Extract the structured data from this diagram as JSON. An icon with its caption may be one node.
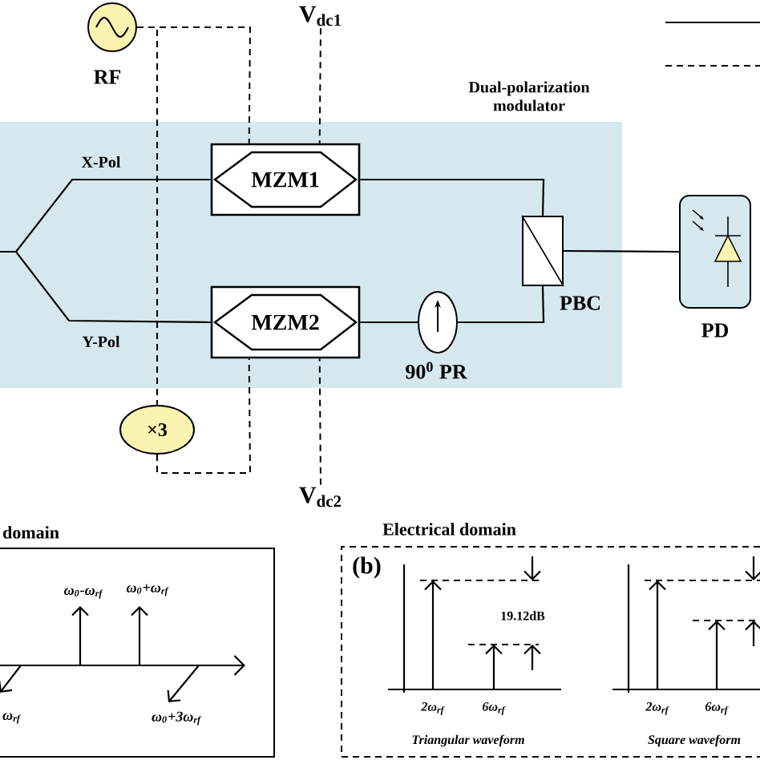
{
  "diagram": {
    "nodes": [
      {
        "text": [],
        "shape": "circle",
        "beside": [
          "RF"
        ]
      },
      {
        "text": [
          "Dual-polarization modulator"
        ]
      },
      {
        "text": [
          "MZM1"
        ],
        "in": 1
      },
      {
        "text": [
          "MZM2"
        ],
        "in": 1
      },
      {
        "text": [],
        "shape": "ellipse",
        "in": 1,
        "beside": [
          "90$^{0}$ PR"
        ]
      },
      {
        "text": [],
        "shape": "box",
        "in": 1,
        "beside": [
          "PBC"
        ]
      },
      {
        "text": [],
        "shape": "box",
        "beside": [
          "PD"
        ]
      },
      {
        "text": [
          "×3"
        ]
      },
      {
        "text": [
          "V$_{dc1}$"
        ]
      },
      {
        "text": [
          "V$_{dc2}$"
        ]
      }
    ],
    "edges": [
      {
        "from": 0,
        "to": 2,
        "arrow": "none",
        "style": "dashed"
      },
      {
        "from": 0,
        "to": 7,
        "arrow": "none",
        "style": "dashed"
      },
      {
        "from": 7,
        "to": 3,
        "arrow": "none",
        "style": "dashed"
      },
      {
        "from": 8,
        "to": 2,
        "arrow": "none",
        "style": "dashed"
      },
      {
        "from": 9,
        "to": 3,
        "arrow": "none",
        "style": "dashed"
      },
      {
        "from": 2,
        "to": 5,
        "arrow": "none"
      },
      {
        "from": 3,
        "to": 4,
        "arrow": "none"
      },
      {
        "from": 4,
        "to": 5,
        "arrow": "none"
      },
      {
        "from": 5,
        "to": 6,
        "arrow": "none"
      },
      {
        "from": null,
        "to": 2,
        "arrow": "none",
        "label": "X-Pol"
      },
      {
        "from": null,
        "to": 3,
        "arrow": "none",
        "label": "Y-Pol"
      }
    ],
    "labels": [
      "domain",
      "Electrical domain",
      "(b)",
      "ω$_{0}$-ω$_{rf}$",
      "ω$_{0}$+ω$_{rf}$",
      "19.12dB",
      "ω$_{rf}$",
      "ω$_{0}$+3ω$_{rf}$",
      "2ω$_{rf}$",
      "6ω$_{rf}$",
      "2ω$_{rf}$",
      "6ω$_{rf}$",
      "Triangular waveform",
      "Square waveform"
    ]
  }
}
